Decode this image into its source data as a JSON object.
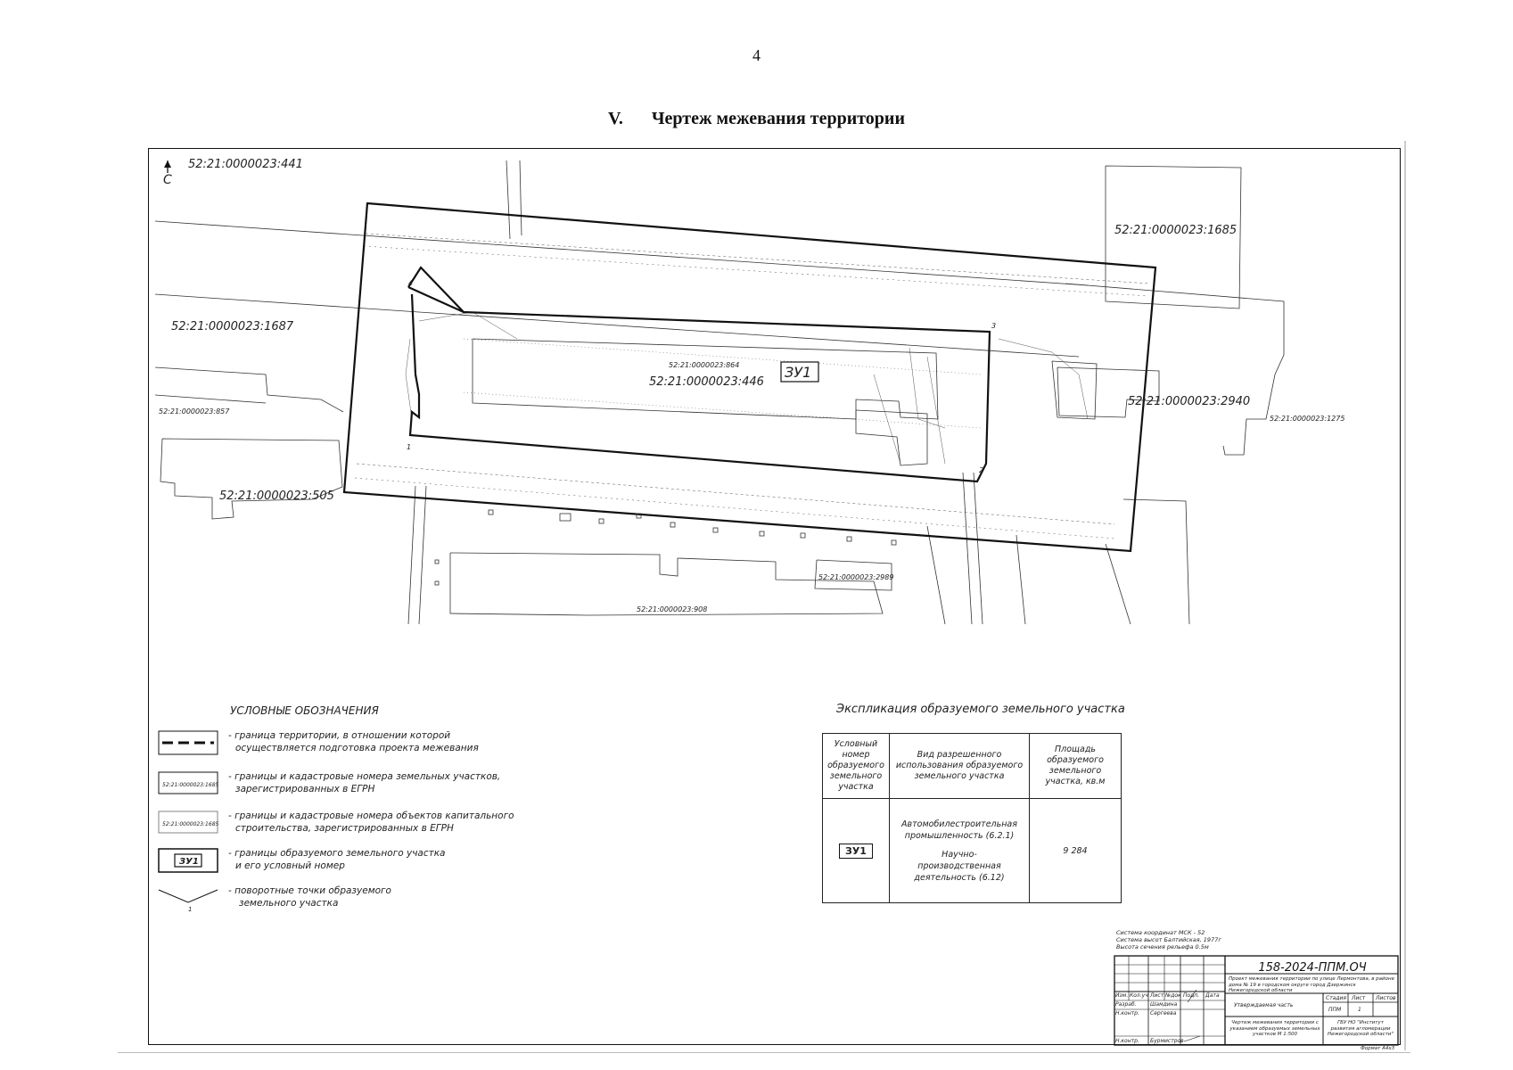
{
  "page_number": "4",
  "heading": {
    "roman": "V.",
    "title": "Чертеж межевания территории"
  },
  "north_label": "С",
  "parcels": {
    "p441": "52:21:0000023:441",
    "p1685": "52:21:0000023:1685",
    "p1687": "52:21:0000023:1687",
    "p864": "52:21:0000023:864",
    "p446": "52:21:0000023:446",
    "p2940": "52:21:0000023:2940",
    "p857": "52:21:0000023:857",
    "p1275": "52:21:0000023:1275",
    "p505": "52:21:0000023:505",
    "p2989": "52:21:0000023:2989",
    "p908": "52:21:0000023:908"
  },
  "zu_label": "ЗУ1",
  "legend": {
    "title": "УСЛОВНЫЕ ОБОЗНАЧЕНИЯ",
    "items": [
      {
        "text1": "- граница территории, в отношении которой",
        "text2": "осуществляется подготовка проекта межевания"
      },
      {
        "sample": "52:21:0000023:1685",
        "text1": "- границы и кадастровые номера земельных участков,",
        "text2": "зарегистрированных в ЕГРН"
      },
      {
        "sample": "52:21:0000023:1685",
        "text1": "- границы и кадастровые номера объектов капитального",
        "text2": "строительства, зарегистрированных в ЕГРН"
      },
      {
        "sample": "ЗУ1",
        "text1": "- границы образуемого земельного участка",
        "text2": "и его условный номер"
      },
      {
        "sample": "1",
        "text1": "- поворотные точки образуемого",
        "text2": "земельного участка"
      }
    ]
  },
  "explication": {
    "title": "Экспликация образуемого земельного участка",
    "headers": [
      "Условный номер образуемого земельного участка",
      "Вид разрешенного использования образуемого земельного участка",
      "Площадь образуемого земельного участка, кв.м"
    ],
    "row": {
      "number": "ЗУ1",
      "use1": "Автомобилестроительная промышленность (6.2.1)",
      "use2": "Научно-производственная деятельность (6.12)",
      "area": "9 284"
    }
  },
  "notes": {
    "line1": "Система координат МСК - 52",
    "line2": "Система высот Балтийская, 1977г",
    "line3": "Высота сечения рельефа 0.5м"
  },
  "stamp": {
    "code": "158-2024-ППМ.ОЧ",
    "project": "Проект межевания территории по улице Лермонтова, в районе дома № 19 в городском округе город Дзержинск Нижегородской области",
    "header_cells": [
      "Изм.",
      "Кол.уч",
      "Лист",
      "№док",
      "Подп.",
      "Дата"
    ],
    "razrab": "Разраб.",
    "razrab_name": "Шамдина",
    "nkontr": "Н.контр.",
    "nkontr_name": "Сергеева",
    "part": "Утверждаемая часть",
    "stage_labels": [
      "Стадия",
      "Лист",
      "Листов"
    ],
    "stage_values": [
      "ППМ",
      "1",
      ""
    ],
    "sheet_title": "Чертеж межевания территории с указанием образуемых земельных участков М 1:500",
    "org": "ГБУ НО \"Институт развития агломерации Нижегородской области\"",
    "gip": "Н.контр.",
    "gip_name": "Бурмистров",
    "format": "Формат А4х3"
  }
}
